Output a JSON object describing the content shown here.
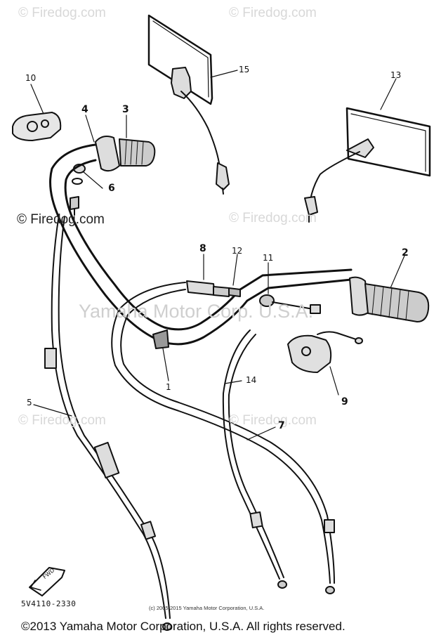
{
  "watermarks": {
    "site": "© Firedog.com",
    "manufacturer": "Yamaha Motor Corp. U.S.A."
  },
  "callouts": {
    "c1": "1",
    "c2": "2",
    "c3": "3",
    "c4": "4",
    "c5": "5",
    "c6": "6",
    "c7": "7",
    "c8": "8",
    "c9": "9",
    "c10": "10",
    "c11": "11",
    "c12": "12",
    "c13": "13",
    "c14": "14",
    "c15": "15"
  },
  "diagram_code": "5V4110-2330",
  "fwd_label": "FWD",
  "copyright_small": "(c) 2005-2015 Yamaha Motor Corporation, U.S.A.",
  "copyright_footer": "©2013 Yamaha Motor Corporation, U.S.A. All rights reserved."
}
